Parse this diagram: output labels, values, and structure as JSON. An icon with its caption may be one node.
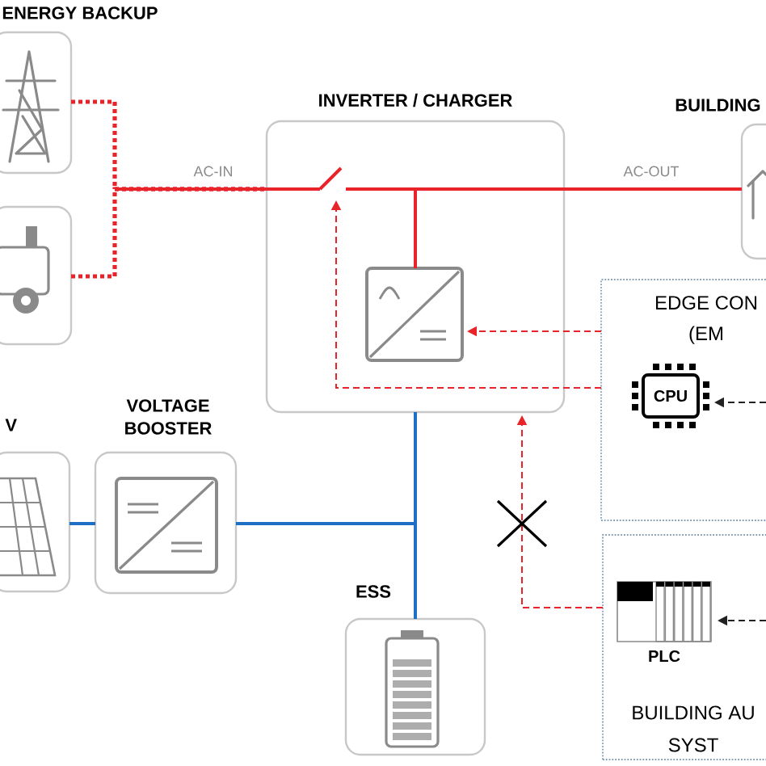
{
  "diagram": {
    "nodes": [
      {
        "text": [],
        "shape": "picture"
      },
      {
        "text": [],
        "shape": "picture"
      },
      {
        "text": [
          "INVERTER / CHARGER"
        ]
      },
      {
        "text": [],
        "shape": "box",
        "in": 2
      },
      {
        "text": [
          "BUILDING"
        ]
      },
      {
        "text": [
          "EDGE CON (EM"
        ]
      },
      {
        "text": [
          "CPU"
        ],
        "in": 5
      },
      {
        "text": [
          "V"
        ]
      },
      {
        "text": [
          "VOLTAGE BOOSTER"
        ]
      },
      {
        "text": [
          "ESS"
        ]
      },
      {
        "text": [
          "BUILDING AU SYST"
        ]
      },
      {
        "text": [
          "PLC"
        ],
        "in": 10
      }
    ],
    "edges": [
      {
        "from": 0,
        "to": 2,
        "arrow": "none",
        "style": "dashed"
      },
      {
        "from": 1,
        "to": 2,
        "arrow": "none",
        "style": "dashed"
      },
      {
        "from": 2,
        "to": 4,
        "arrow": "none",
        "label": "AC-OUT"
      },
      {
        "from": 5,
        "to": 3,
        "arrow": "to",
        "style": "dashed"
      },
      {
        "from": 5,
        "to": 2,
        "arrow": "to",
        "style": "dashed"
      },
      {
        "from": 10,
        "to": 2,
        "arrow": "to",
        "style": "dashed"
      },
      {
        "from": null,
        "to": 6,
        "arrow": "to",
        "style": "dashed",
        "color": "#222222"
      },
      {
        "from": null,
        "to": 11,
        "arrow": "to",
        "style": "dashed",
        "color": "#222222"
      },
      {
        "from": 7,
        "to": 8,
        "arrow": "none",
        "color": "#1f6fc5"
      },
      {
        "from": 8,
        "to": 2,
        "arrow": "none",
        "color": "#1f6fc5"
      },
      {
        "from": 9,
        "to": 2,
        "arrow": "none",
        "color": "#1f6fc5"
      }
    ],
    "labels": [
      "ENERGY BACKUP",
      "AC-IN"
    ]
  }
}
